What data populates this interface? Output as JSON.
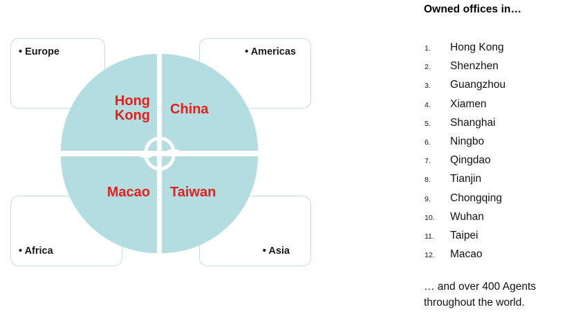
{
  "diagram": {
    "center_icon": "cycle-arrows-icon",
    "circle_fill_color": "#b3dde1",
    "quadrant_text_color": "#e2211c",
    "box_border_color": "#bfdfe2",
    "quadrants": [
      {
        "id": "hong-kong",
        "label": "Hong\nKong"
      },
      {
        "id": "china",
        "label": "China"
      },
      {
        "id": "macao",
        "label": "Macao"
      },
      {
        "id": "taiwan",
        "label": "Taiwan"
      }
    ],
    "region_boxes": [
      {
        "id": "europe",
        "label": "• Europe"
      },
      {
        "id": "americas",
        "label": "• Americas"
      },
      {
        "id": "africa",
        "label": "• Africa"
      },
      {
        "id": "asia",
        "label": "• Asia"
      }
    ]
  },
  "panel": {
    "title": "Owned offices in…",
    "offices": [
      {
        "number": "1.",
        "city": "Hong Kong"
      },
      {
        "number": "2.",
        "city": "Shenzhen"
      },
      {
        "number": "3.",
        "city": "Guangzhou"
      },
      {
        "number": "4.",
        "city": "Xiamen"
      },
      {
        "number": "5.",
        "city": "Shanghai"
      },
      {
        "number": "6.",
        "city": "Ningbo"
      },
      {
        "number": "7.",
        "city": "Qingdao"
      },
      {
        "number": "8.",
        "city": "Tianjin"
      },
      {
        "number": "9.",
        "city": "Chongqing"
      },
      {
        "number": "10.",
        "city": "Wuhan"
      },
      {
        "number": "11.",
        "city": "Taipei"
      },
      {
        "number": "12.",
        "city": "Macao"
      }
    ],
    "footnote": "… and over 400 Agents throughout the world."
  }
}
